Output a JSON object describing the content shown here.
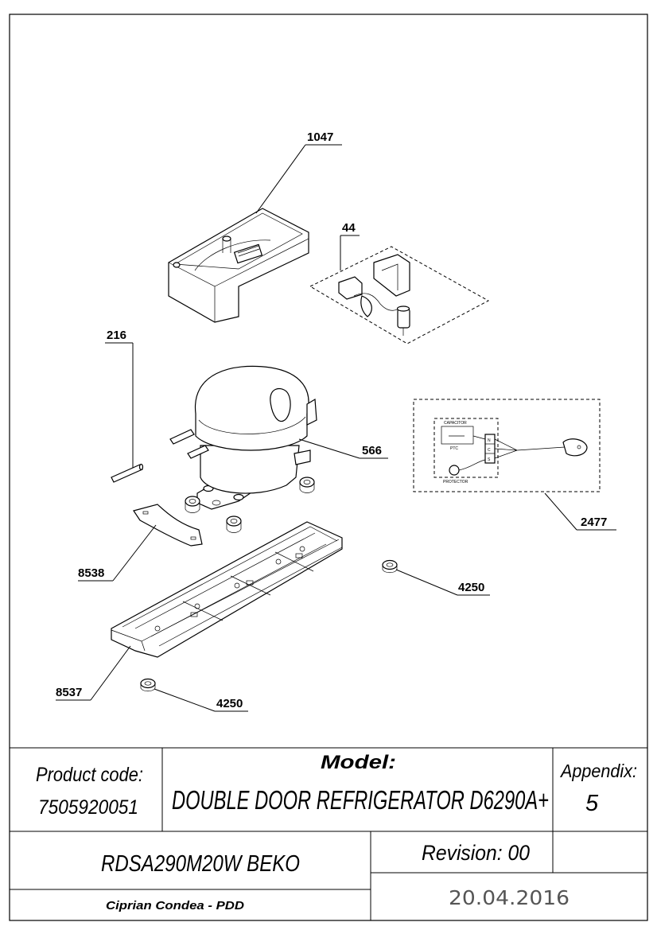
{
  "callouts": {
    "c1047": "1047",
    "c44": "44",
    "c216": "216",
    "c566": "566",
    "c2477": "2477",
    "c8538": "8538",
    "c4250a": "4250",
    "c8537": "8537",
    "c4250b": "4250"
  },
  "wiring": {
    "capacitor": "CAPACITOR",
    "ptc": "PTC",
    "protector": "PROTECTOR",
    "n": "N",
    "c": "C",
    "s": "S"
  },
  "title_block": {
    "product_code_label": "Product code:",
    "product_code_value": "7505920051",
    "model_label": "Model:",
    "model_value": "DOUBLE DOOR REFRIGERATOR D6290A+",
    "appendix_label": "Appendix:",
    "appendix_value": "5",
    "part_name": "RDSA290M20W BEKO",
    "revision": "Revision: 00",
    "author": "Ciprian Condea - PDD",
    "date": "20.04.2016"
  }
}
